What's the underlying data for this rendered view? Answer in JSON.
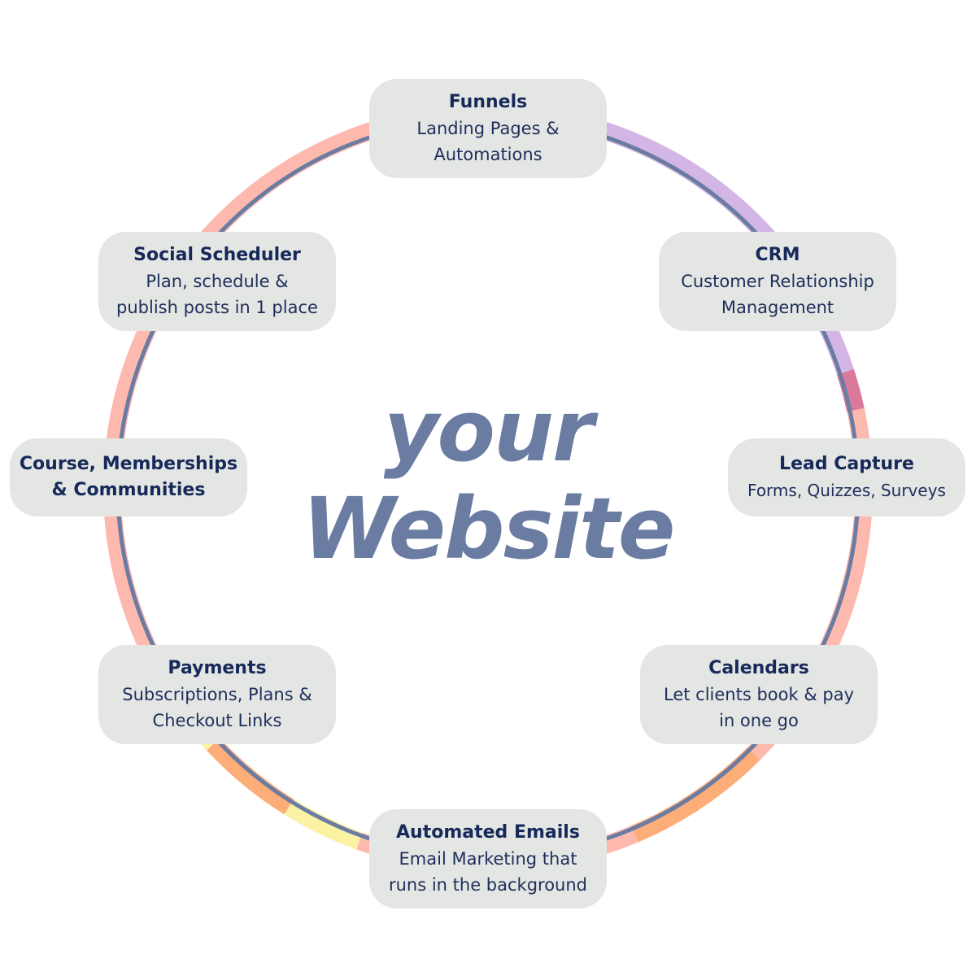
{
  "center": {
    "line1": "your",
    "line2": "Website"
  },
  "nodes": [
    {
      "title": "Funnels",
      "desc": "Landing Pages &\nAutomations"
    },
    {
      "title": "CRM",
      "desc": "Customer Relationship\nManagement"
    },
    {
      "title": "Lead Capture",
      "desc": "Forms, Quizzes, Surveys"
    },
    {
      "title": "Calendars",
      "desc": "Let clients book & pay\nin one go"
    },
    {
      "title": "Automated Emails",
      "desc": "Email Marketing that\nruns in the background"
    },
    {
      "title": "Payments",
      "desc": "Subscriptions, Plans &\nCheckout Links"
    },
    {
      "title": "Course, Memberships\n& Communities",
      "desc": ""
    },
    {
      "title": "Social Scheduler",
      "desc": "Plan, schedule &\npublish posts in 1 place"
    }
  ],
  "colors": {
    "ring_pink": "#fdb9ae",
    "ring_purple": "#d3b6e6",
    "ring_mauve": "#d97a9b",
    "ring_orange": "#fcad78",
    "ring_yellow": "#fbf3a3",
    "ring_line": "#6b7ca3",
    "node_fill": "#e4e6e3",
    "text_dark": "#16295a",
    "center_text": "#6b7ca3"
  }
}
